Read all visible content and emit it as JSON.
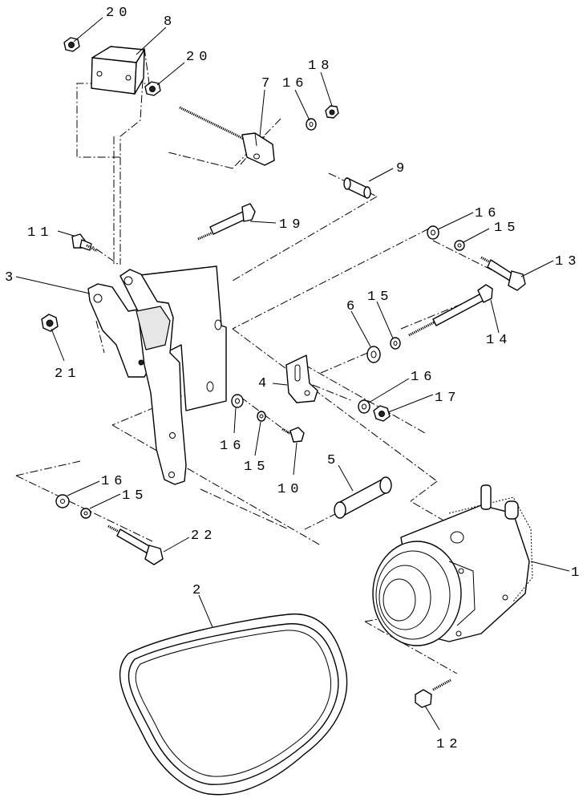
{
  "diagram": {
    "callouts": {
      "c1": "1",
      "c2": "2",
      "c3": "3",
      "c4": "4",
      "c5": "5",
      "c6": "6",
      "c7": "7",
      "c8": "8",
      "c9": "9",
      "c10": "10",
      "c11": "11",
      "c12": "12",
      "c13": "13",
      "c14": "14",
      "c15a": "15",
      "c15b": "15",
      "c15c": "15",
      "c16a": "16",
      "c16b": "16",
      "c16c": "16",
      "c16d": "16",
      "c16e": "16",
      "c17": "17",
      "c18": "18",
      "c19": "19",
      "c20a": "20",
      "c20b": "20",
      "c21": "21",
      "c22": "22"
    }
  }
}
